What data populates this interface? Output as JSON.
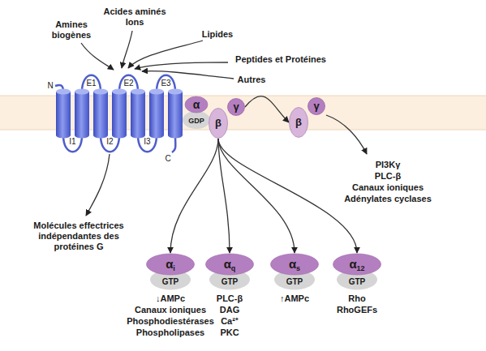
{
  "diagram": {
    "nodes": [
      {
        "text": [
          "α",
          "GDP"
        ]
      },
      {
        "text": [
          "β"
        ]
      },
      {
        "text": [
          "γ"
        ]
      },
      {
        "text": [
          "β"
        ]
      },
      {
        "text": [
          "γ"
        ]
      },
      {
        "text": [
          "α",
          "i",
          "GTP"
        ]
      },
      {
        "text": [
          "α",
          "q",
          "GTP"
        ]
      },
      {
        "text": [
          "α",
          "s",
          "GTP"
        ]
      },
      {
        "text": [
          "α",
          "12",
          "GTP"
        ]
      }
    ],
    "edges": [
      {
        "from": 2,
        "to": 3,
        "arrow": "to"
      },
      {
        "from": 1,
        "to": 5,
        "arrow": "to"
      },
      {
        "from": 1,
        "to": 6,
        "arrow": "to"
      },
      {
        "from": 1,
        "to": 7,
        "arrow": "to"
      },
      {
        "from": 1,
        "to": 8,
        "arrow": "to"
      }
    ],
    "labels": [
      "Amines biogènes",
      "Acides aminés Ions",
      "Lipides",
      "Peptides et Protéines",
      "Autres",
      "N",
      "E1",
      "E2",
      "E3",
      "I1",
      "I2",
      "I3",
      "C",
      "Molécules effectrices indépendantes des protéines G",
      "PI3Kγ",
      "PLC-β",
      "Canaux ioniques",
      "Adénylates cyclases",
      "↓AMPc",
      "Canaux ioniques",
      "Phosphodiestérases",
      "Phospholipases",
      "PLC-β",
      "DAG",
      "Ca²⁺",
      "PKC",
      "↑AMPc",
      "Rho",
      "RhoGEFs"
    ]
  }
}
